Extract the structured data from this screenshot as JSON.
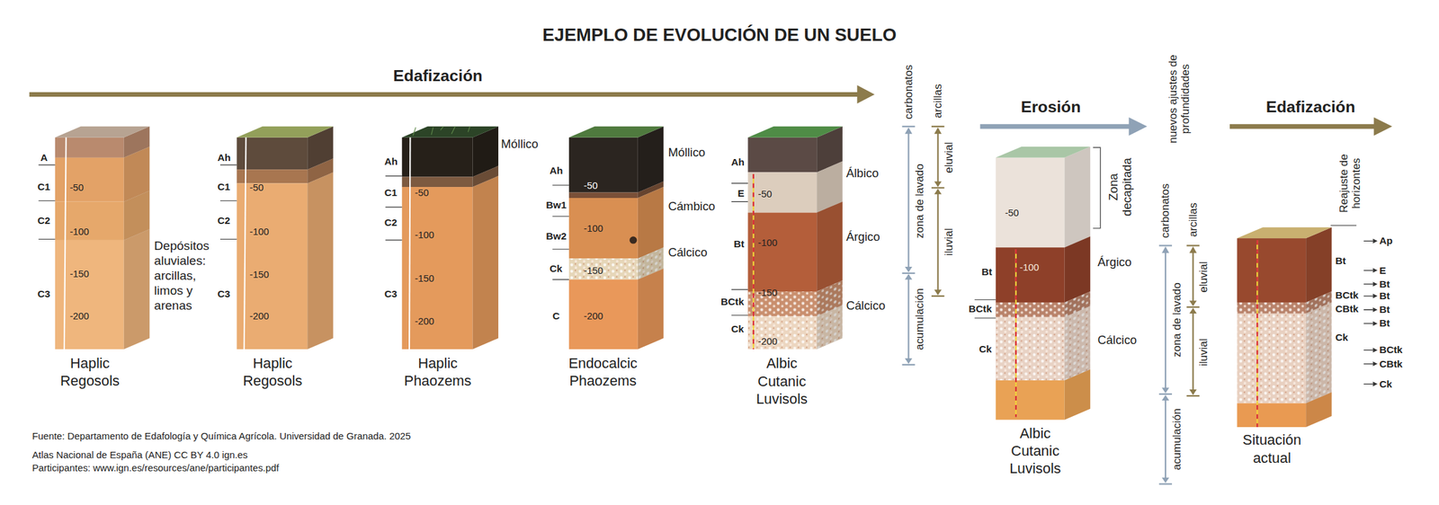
{
  "diagram": {
    "title": "EJEMPLO DE EVOLUCIÓN DE UN SUELO",
    "nodes": [
      {
        "text": [
          "Haplic Regosols",
          "A",
          "C1",
          "C2",
          "C3",
          "-50",
          "-100",
          "-150",
          "-200"
        ]
      },
      {
        "text": [
          "Haplic Regosols",
          "Ah",
          "C1",
          "C2",
          "C3",
          "-50",
          "-100",
          "-150",
          "-200"
        ]
      },
      {
        "text": [
          "Haplic Phaozems",
          "Ah",
          "C1",
          "C2",
          "C3",
          "-50",
          "-100",
          "-150",
          "-200",
          "Móllico"
        ]
      },
      {
        "text": [
          "Endocalcic Phaozems",
          "Ah",
          "Bw1",
          "Bw2",
          "Ck",
          "C",
          "-50",
          "-100",
          "-150",
          "-200",
          "Móllico",
          "Cámbico",
          "Cálcico"
        ]
      },
      {
        "text": [
          "Albic Cutanic Luvisols",
          "Ah",
          "E",
          "Bt",
          "BCtk",
          "Ck",
          "-50",
          "-100",
          "-150",
          "-200",
          "Álbico",
          "Árgico",
          "Cálcico"
        ]
      },
      {
        "text": [
          "Albic Cutanic Luvisols",
          "Bt",
          "BCtk",
          "Ck",
          "-50",
          "-100",
          "Árgico",
          "Cálcico"
        ]
      },
      {
        "text": [
          "Situación actual",
          "Bt",
          "BCtk",
          "CBtk",
          "Ck",
          "Ap",
          "E",
          "Bt",
          "Bt",
          "Bt",
          "Bt",
          "BCtk",
          "CBtk",
          "Ck"
        ]
      }
    ],
    "labels": [
      "Edafización",
      "Depósitos aluviales: arcillas, limos y arenas",
      "carbonatos",
      "arcillas",
      "zona de lavado",
      "acumulación",
      "eluvial",
      "iluvial",
      "Erosión",
      "Zona decapitada",
      "nuevos ajustes de profundidades",
      "carbonatos",
      "arcillas",
      "zona de lavado",
      "acumulación",
      "eluvial",
      "iluvial",
      "Edafización",
      "Reajuste de horizontes",
      "Fuente: Departamento de Edafología y Química Agrícola. Universidad de Granada. 2025",
      "Atlas Nacional de España (ANE) CC BY 4.0 ign.es",
      "Participantes: www.ign.es/resources/ane/participantes.pdf"
    ]
  }
}
